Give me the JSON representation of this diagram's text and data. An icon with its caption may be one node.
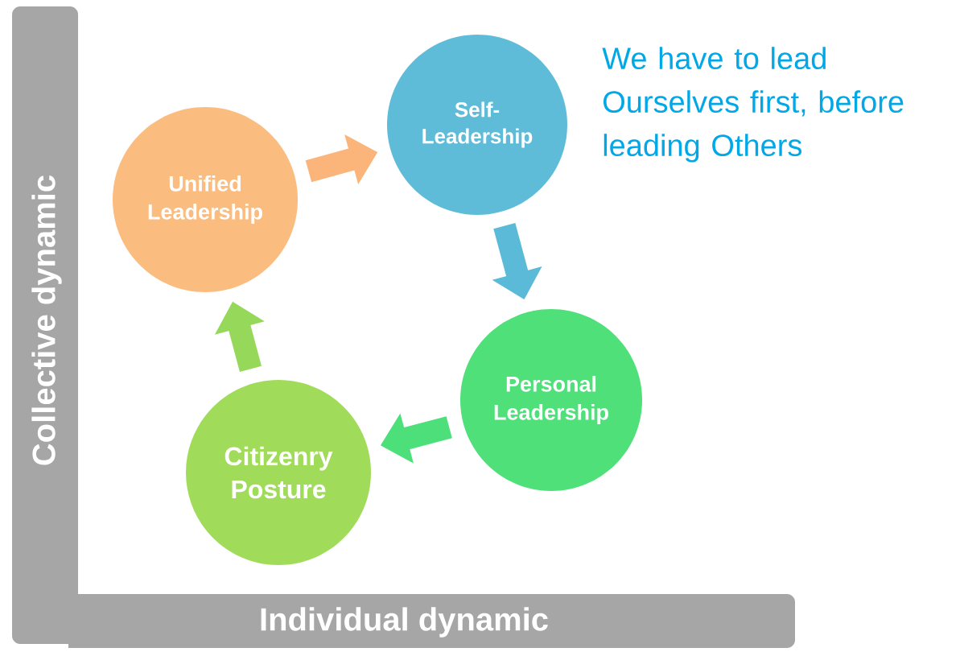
{
  "diagram": {
    "nodes": [
      {
        "text": [
          "Self- Leadership"
        ]
      },
      {
        "text": [
          "Personal Leadership"
        ]
      },
      {
        "text": [
          "Citizenry Posture"
        ]
      },
      {
        "text": [
          "Unified Leadership"
        ]
      },
      {
        "text": [
          "Collective dynamic"
        ]
      },
      {
        "text": [
          "Individual dynamic"
        ]
      }
    ],
    "edges": [
      {
        "from": 3,
        "to": 0,
        "arrow": "to",
        "color": "#fbb57a"
      },
      {
        "from": 0,
        "to": 1,
        "arrow": "to",
        "color": "#5bbad8"
      },
      {
        "from": 1,
        "to": 2,
        "arrow": "to",
        "color": "#4de07a"
      },
      {
        "from": 2,
        "to": 3,
        "arrow": "to",
        "color": "#96d85a"
      }
    ],
    "labels": [
      "We have to lead Ourselves first, before leading Others"
    ]
  }
}
